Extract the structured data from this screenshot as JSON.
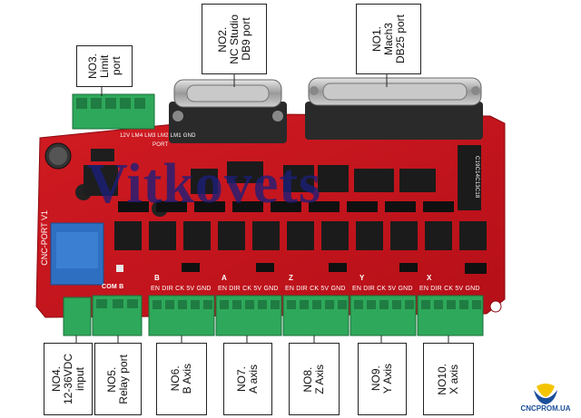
{
  "board": {
    "watermark": "Vitkovets",
    "silk_board_name": "CNC-PORT V1",
    "silk_limit_pins": "12V LM4 LM3 LM2 LM1 GND",
    "silk_port": "PORT",
    "silk_relay": "COM B",
    "silk_axes": {
      "b": "B",
      "a": "A",
      "z": "Z",
      "y": "Y",
      "x": "X"
    },
    "silk_axis_pins": "EN DIR CK 5V GND",
    "silk_c": "C19C14C13C18"
  },
  "callouts": {
    "no1": "NO1.\nMach3\nDB25 port",
    "no2": "NO2.\nNC Studio\nDB9 port",
    "no3": "NO3.\nLimit\nport",
    "no4": "NO4.\n12-36VDC\ninput",
    "no5": "NO5.\nRelay port",
    "no6": "NO6.\nB Axis",
    "no7": "NO7.\nA axis",
    "no8": "NO8.\nZ Axis",
    "no9": "NO9.\nY Axis",
    "no10": "NO10.\nX axis"
  },
  "logo": {
    "text": "CNCPROM.UA"
  },
  "colors": {
    "pcb": "#c8141e",
    "terminal": "#2ea85a",
    "chip": "#1a1a1a",
    "metal": "#b8b8b8"
  }
}
